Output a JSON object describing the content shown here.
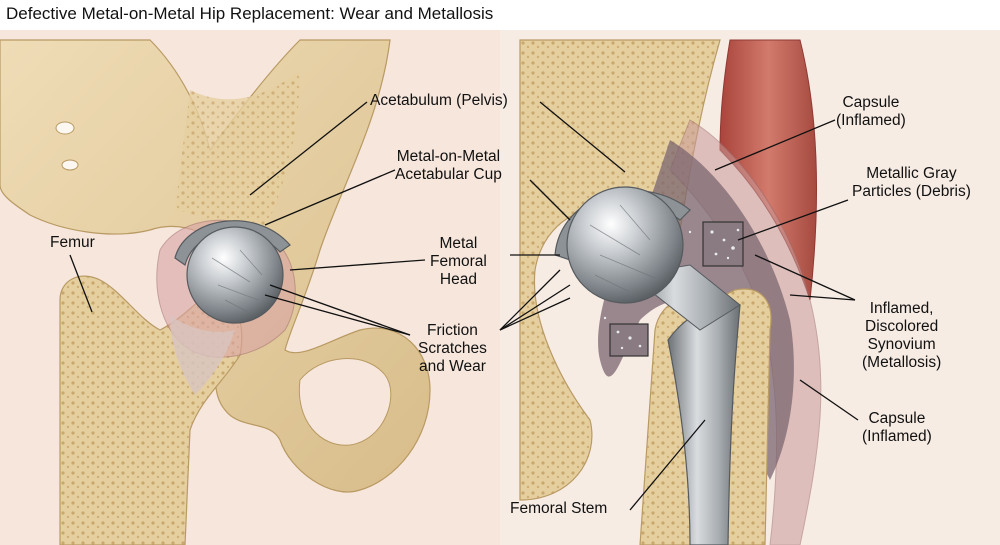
{
  "title": "Defective Metal-on-Metal Hip Replacement: Wear and Metallosis",
  "labels": {
    "femur": [
      "Femur"
    ],
    "acetabulum": [
      "Acetabulum (Pelvis)"
    ],
    "cup": [
      "Metal-on-Metal",
      "Acetabular Cup"
    ],
    "head": [
      "Metal",
      "Femoral",
      "Head"
    ],
    "friction": [
      "Friction",
      "Scratches",
      "and Wear"
    ],
    "capsule_top": [
      "Capsule",
      "(Inflamed)"
    ],
    "particles": [
      "Metallic Gray",
      "Particles (Debris)"
    ],
    "synovium": [
      "Inflamed,",
      "Discolored",
      "Synovium",
      "(Metallosis)"
    ],
    "capsule_bottom": [
      "Capsule",
      "(Inflamed)"
    ],
    "stem": [
      "Femoral Stem"
    ]
  },
  "colors": {
    "bone": "#e8d3a8",
    "bone_dark": "#cfb37c",
    "soft_tissue": "#f1dcd3",
    "muscle": "#b9574d",
    "metal": "#b4b8bc",
    "synovium": "#7b6670"
  }
}
